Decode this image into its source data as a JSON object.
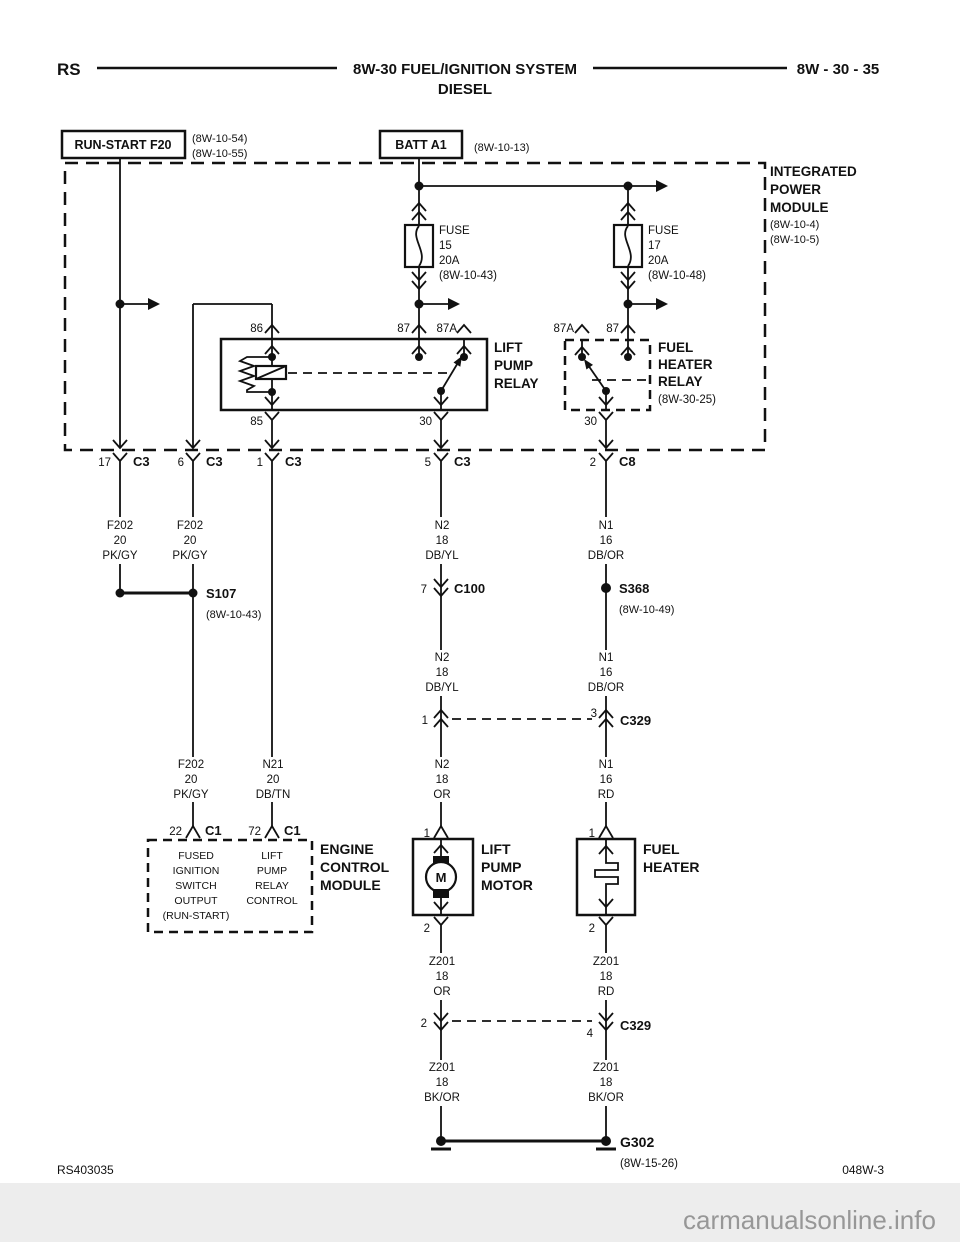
{
  "header": {
    "code": "RS",
    "title": "8W-30 FUEL/IGNITION SYSTEM",
    "subtitle": "DIESEL",
    "page": "8W - 30 - 35"
  },
  "sources": {
    "run_start": {
      "label": "RUN-START F20",
      "ref1": "(8W-10-54)",
      "ref2": "(8W-10-55)"
    },
    "batt": {
      "label": "BATT A1",
      "ref": "(8W-10-13)"
    }
  },
  "ipm": {
    "name": [
      "INTEGRATED",
      "POWER",
      "MODULE"
    ],
    "refs": [
      "(8W-10-4)",
      "(8W-10-5)"
    ]
  },
  "fuses": {
    "fuse15": [
      "FUSE",
      "15",
      "20A",
      "(8W-10-43)"
    ],
    "fuse17": [
      "FUSE",
      "17",
      "20A",
      "(8W-10-48)"
    ]
  },
  "relays": {
    "lift_pump": {
      "name": [
        "LIFT",
        "PUMP",
        "RELAY"
      ],
      "pin86": "86",
      "pin85": "85",
      "pin87": "87",
      "pin87a": "87A",
      "pin30": "30"
    },
    "fuel_heater": {
      "name": [
        "FUEL",
        "HEATER",
        "RELAY"
      ],
      "ref": "(8W-30-25)",
      "pin87a": "87A",
      "pin87": "87",
      "pin30": "30"
    }
  },
  "connectors": {
    "c3_17": {
      "pin": "17",
      "name": "C3"
    },
    "c3_6": {
      "pin": "6",
      "name": "C3"
    },
    "c3_1": {
      "pin": "1",
      "name": "C3"
    },
    "c3_5": {
      "pin": "5",
      "name": "C3"
    },
    "c8_2": {
      "pin": "2",
      "name": "C8"
    },
    "c100": {
      "pin": "7",
      "name": "C100"
    },
    "c329_top": {
      "pin_left": "1",
      "pin_right": "3",
      "name": "C329"
    },
    "c1_22": {
      "pin": "22",
      "name": "C1"
    },
    "c1_72": {
      "pin": "72",
      "name": "C1"
    },
    "c329_bottom": {
      "pin_left": "2",
      "pin_right": "4",
      "name": "C329"
    }
  },
  "splices": {
    "s107": {
      "name": "S107",
      "ref": "(8W-10-43)"
    },
    "s368": {
      "name": "S368",
      "ref": "(8W-10-49)"
    },
    "g302": {
      "name": "G302",
      "ref": "(8W-15-26)"
    }
  },
  "wires": {
    "f202_a": [
      "F202",
      "20",
      "PK/GY"
    ],
    "f202_b": [
      "F202",
      "20",
      "PK/GY"
    ],
    "f202_c": [
      "F202",
      "20",
      "PK/GY"
    ],
    "n21": [
      "N21",
      "20",
      "DB/TN"
    ],
    "n2_a": [
      "N2",
      "18",
      "DB/YL"
    ],
    "n2_b": [
      "N2",
      "18",
      "DB/YL"
    ],
    "n2_c": [
      "N2",
      "18",
      "OR"
    ],
    "n1_a": [
      "N1",
      "16",
      "DB/OR"
    ],
    "n1_b": [
      "N1",
      "16",
      "DB/OR"
    ],
    "n1_c": [
      "N1",
      "16",
      "RD"
    ],
    "z201_or": [
      "Z201",
      "18",
      "OR"
    ],
    "z201_rd": [
      "Z201",
      "18",
      "RD"
    ],
    "z201_bk_left": [
      "Z201",
      "18",
      "BK/OR"
    ],
    "z201_bk_right": [
      "Z201",
      "18",
      "BK/OR"
    ]
  },
  "ecm": {
    "name": [
      "ENGINE",
      "CONTROL",
      "MODULE"
    ],
    "pin22_function": [
      "FUSED",
      "IGNITION",
      "SWITCH",
      "OUTPUT",
      "(RUN-START)"
    ],
    "pin72_function": [
      "LIFT",
      "PUMP",
      "RELAY",
      "CONTROL"
    ]
  },
  "motor": {
    "name": [
      "LIFT",
      "PUMP",
      "MOTOR"
    ],
    "symbol": "M",
    "pin1": "1",
    "pin2": "2"
  },
  "heater": {
    "name": [
      "FUEL",
      "HEATER"
    ],
    "pin1": "1",
    "pin2": "2"
  },
  "footer": {
    "code_left": "RS403035",
    "code_right": "048W-3",
    "watermark": "carmanualsonline.info"
  }
}
